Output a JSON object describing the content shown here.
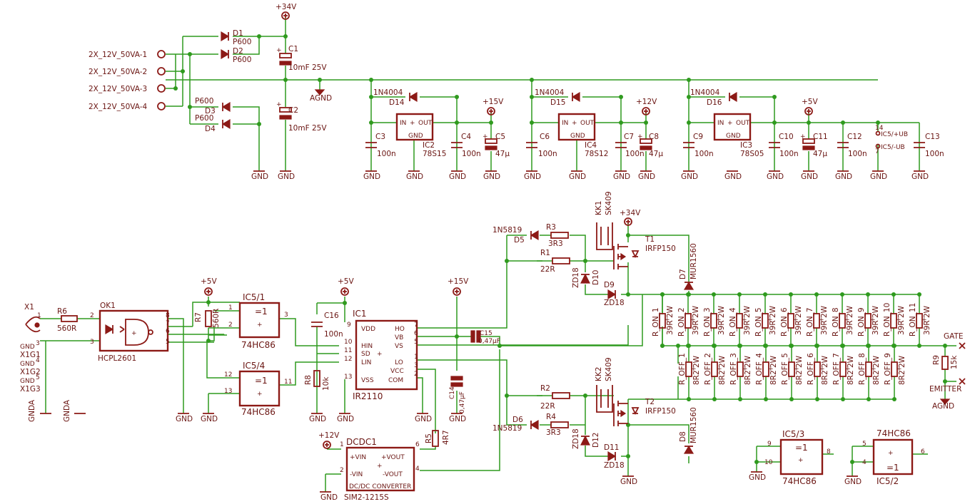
{
  "labels": {
    "v34_top": "+34V",
    "agnd_top": "AGND",
    "in1": "2X_12V_50VA-1",
    "in2": "2X_12V_50VA-2",
    "in3": "2X_12V_50VA-3",
    "in4": "2X_12V_50VA-4",
    "d1": "D1",
    "d1v": "P600",
    "d2": "D2",
    "d2v": "P600",
    "d3": "D3",
    "d3v": "P600",
    "d4": "D4",
    "d4v": "P600",
    "c1": "C1",
    "c1v": "10mF 25V",
    "c2": "C2",
    "c2v": "10mF 25V",
    "gnd": "GND",
    "d14": "D14",
    "d15": "D15",
    "d16": "D16",
    "n4004": "1N4004",
    "ic2": "IC2",
    "ic2v": "78S15",
    "ic4": "IC4",
    "ic4v": "78S12",
    "ic3": "IC3",
    "ic3v": "78S05",
    "in": "IN",
    "out": "OUT",
    "c3": "C3",
    "c4": "C4",
    "c5": "C5",
    "c6": "C6",
    "c7": "C7",
    "c8": "C8",
    "c9": "C9",
    "c10": "C10",
    "c11": "C11",
    "c12": "C12",
    "c13": "C13",
    "n100": "100n",
    "u47": "47µ",
    "v15": "+15V",
    "v12": "+12V",
    "v5": "+5V",
    "ic5ub": "IC5/+UB",
    "ic5ubm": "IC5/-UB",
    "p14": "14",
    "p7": "7",
    "x1": "X1",
    "x1g1": "X1G1",
    "x1g2": "X1G2",
    "x1g3": "X1G3",
    "gnda": "GNDA",
    "r6": "R6",
    "r6v": "560R",
    "ok1": "OK1",
    "hcpl": "HCPL2601",
    "r7": "R7",
    "r7v": "560R",
    "ic51": "IC5/1",
    "ic54": "IC5/4",
    "ic53": "IC5/3",
    "ic52": "IC5/2",
    "hc86": "74HC86",
    "xor": "=1",
    "c16": "C16",
    "c16v": "100n",
    "r8": "R8",
    "r8v": "10k",
    "ic1": "IC1",
    "ic1v": "IR2110",
    "vdd": "VDD",
    "hin": "HIN",
    "sd": "SD",
    "lin": "LIN",
    "vss": "VSS",
    "ho": "HO",
    "vb": "VB",
    "vs": "VS",
    "lo": "LO",
    "vcc": "VCC",
    "com": "COM",
    "c15": "C15",
    "c15v": "0,47µF",
    "c14": "C14",
    "c14v": "0,47µF",
    "dcdc1": "DCDC1",
    "dcdcv": "SIM2-1215S",
    "vinp": "+VIN",
    "vinm": "-VIN",
    "voutp": "+VOUT",
    "voutm": "-VOUT",
    "dcdct": "DC/DC CONVERTER",
    "r5": "R5",
    "r5v": "4R7",
    "n5819": "1N5819",
    "d5": "D5",
    "d6": "D6",
    "r3": "R3",
    "r3v": "3R3",
    "r1": "R1",
    "r1v": "22R",
    "r2": "R2",
    "r2v": "22R",
    "r4": "R4",
    "r4v": "3R3",
    "kk1": "KK1",
    "kk2": "KK2",
    "sk409": "SK409",
    "t1": "T1",
    "t2": "T2",
    "irfp": "IRFP150",
    "zd18": "ZD18",
    "d10": "D10",
    "d12": "D12",
    "d9": "D9",
    "d11": "D11",
    "d7": "D7",
    "d8": "D8",
    "mur": "MUR1560",
    "r_on": "39R 2W",
    "r_off": "8R2 2W",
    "gate": "GATE",
    "emitter": "EMITTER",
    "r9": "R9",
    "r9v": "15k",
    "agnd": "AGND",
    "pin1": "1",
    "pin2": "2",
    "pin3": "3",
    "pin4": "4",
    "pin5": "5",
    "pin6": "6",
    "pin7": "7",
    "pin8": "8",
    "pin9": "9",
    "pin10": "10",
    "pin11": "11",
    "pin12": "12",
    "pin13": "13"
  },
  "ron_names": [
    "R_ON_1",
    "R_ON_2",
    "R_ON_3",
    "R_ON_4",
    "R_ON_5",
    "R_ON_6",
    "R_ON_7",
    "R_ON_8",
    "R_ON_9",
    "R_ON_10",
    "R_ON_11"
  ],
  "roff_names": [
    "R_OFF_1",
    "R_OFF_2",
    "R_OFF_3",
    "R_OFF_4",
    "R_OFF_5",
    "R_OFF_6",
    "R_OFF_7",
    "R_OFF_8",
    "R_OFF_9"
  ],
  "colors": {
    "wire": "#2f9a1e",
    "part": "#8c1a16",
    "text": "#6a1512",
    "background": "#ffffff"
  }
}
